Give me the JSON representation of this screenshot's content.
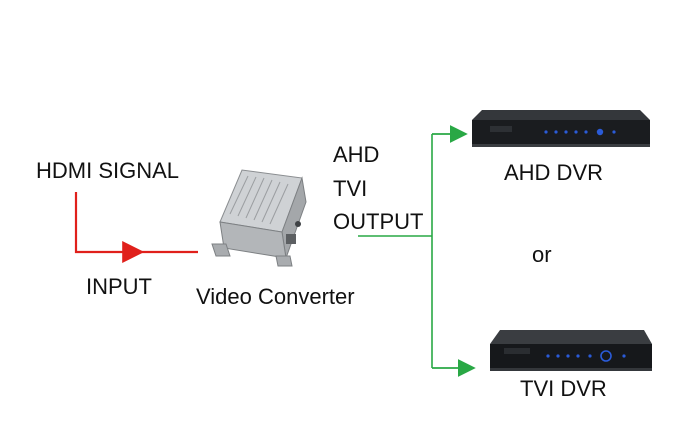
{
  "diagram": {
    "source_label": "HDMI SIGNAL",
    "input_label": "INPUT",
    "device_label": "Video Converter",
    "output_labels": [
      "AHD",
      "TVI",
      "OUTPUT"
    ],
    "targets": [
      {
        "label": "AHD DVR"
      },
      {
        "label": "TVI DVR"
      }
    ],
    "separator": "or"
  },
  "colors": {
    "input_arrow": "#e0201b",
    "output_arrow": "#29a845",
    "dvr_body": "#1a1c1f",
    "dvr_led": "#2a5bd8",
    "converter_body": "#b9bcbf"
  },
  "icons": [
    "video-converter-icon",
    "ahd-dvr-icon",
    "tvi-dvr-icon"
  ]
}
